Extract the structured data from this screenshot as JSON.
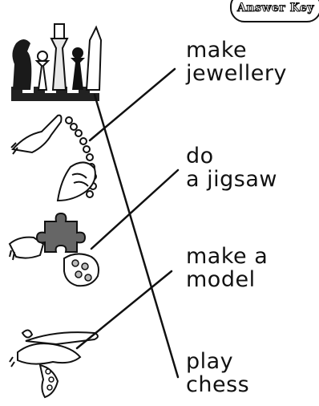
{
  "badge": {
    "label": "Answer Key"
  },
  "activities": [
    {
      "label": "make\njewellery"
    },
    {
      "label": "do\na jigsaw"
    },
    {
      "label": "make a\nmodel"
    },
    {
      "label": "play\nchess"
    }
  ],
  "pictures": [
    {
      "icon": "chess-pieces-icon"
    },
    {
      "icon": "bead-necklace-icon"
    },
    {
      "icon": "jigsaw-puzzle-icon"
    },
    {
      "icon": "model-airplane-icon"
    }
  ]
}
